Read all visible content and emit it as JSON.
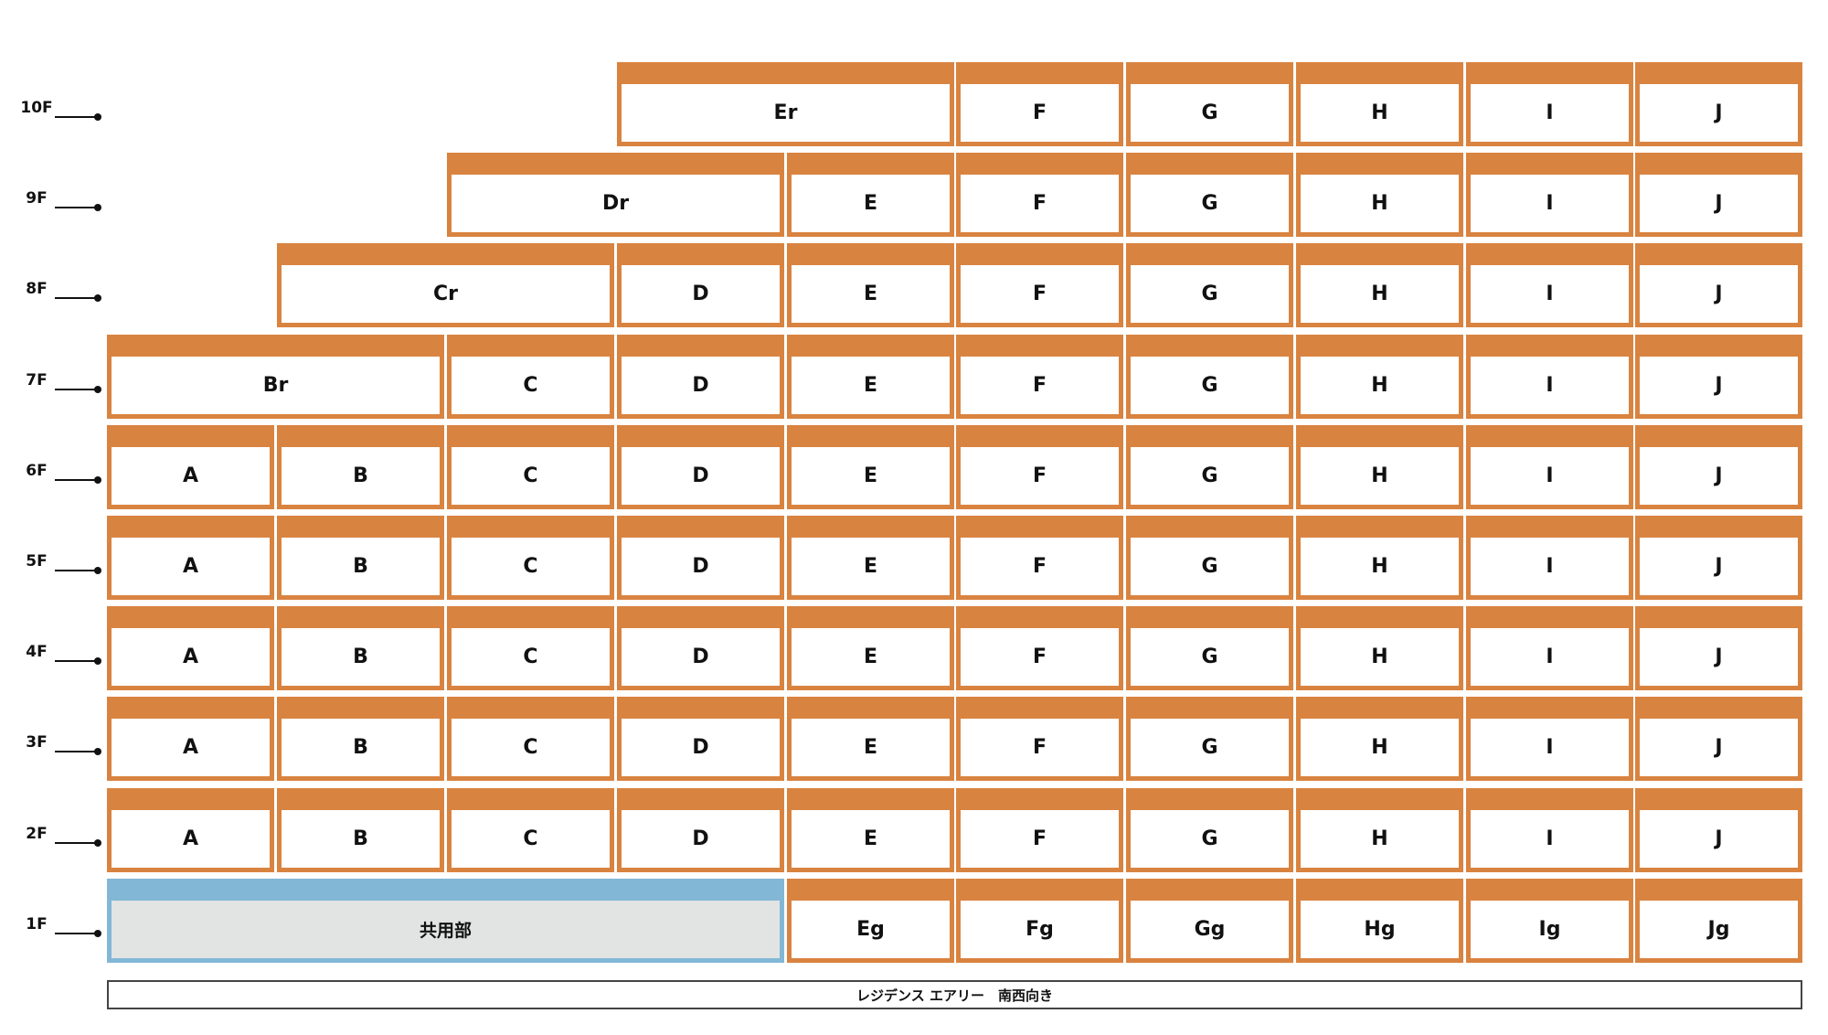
{
  "colors": {
    "unit_border": "#d98340",
    "common_border": "#82b7d6",
    "common_fill": "#e2e4e4",
    "unit_fill": "#ffffff"
  },
  "columns": [
    "A",
    "B",
    "C",
    "D",
    "E",
    "F",
    "G",
    "H",
    "I",
    "J"
  ],
  "floors": [
    {
      "label": "10F",
      "units": [
        {
          "label": "Er",
          "start": "D",
          "end": "E"
        },
        {
          "label": "F",
          "start": "F",
          "end": "F"
        },
        {
          "label": "G",
          "start": "G",
          "end": "G"
        },
        {
          "label": "H",
          "start": "H",
          "end": "H"
        },
        {
          "label": "I",
          "start": "I",
          "end": "I"
        },
        {
          "label": "J",
          "start": "J",
          "end": "J"
        }
      ]
    },
    {
      "label": "9F",
      "units": [
        {
          "label": "Dr",
          "start": "C",
          "end": "D"
        },
        {
          "label": "E",
          "start": "E",
          "end": "E"
        },
        {
          "label": "F",
          "start": "F",
          "end": "F"
        },
        {
          "label": "G",
          "start": "G",
          "end": "G"
        },
        {
          "label": "H",
          "start": "H",
          "end": "H"
        },
        {
          "label": "I",
          "start": "I",
          "end": "I"
        },
        {
          "label": "J",
          "start": "J",
          "end": "J"
        }
      ]
    },
    {
      "label": "8F",
      "units": [
        {
          "label": "Cr",
          "start": "B",
          "end": "C"
        },
        {
          "label": "D",
          "start": "D",
          "end": "D"
        },
        {
          "label": "E",
          "start": "E",
          "end": "E"
        },
        {
          "label": "F",
          "start": "F",
          "end": "F"
        },
        {
          "label": "G",
          "start": "G",
          "end": "G"
        },
        {
          "label": "H",
          "start": "H",
          "end": "H"
        },
        {
          "label": "I",
          "start": "I",
          "end": "I"
        },
        {
          "label": "J",
          "start": "J",
          "end": "J"
        }
      ]
    },
    {
      "label": "7F",
      "units": [
        {
          "label": "Br",
          "start": "A",
          "end": "B"
        },
        {
          "label": "C",
          "start": "C",
          "end": "C"
        },
        {
          "label": "D",
          "start": "D",
          "end": "D"
        },
        {
          "label": "E",
          "start": "E",
          "end": "E"
        },
        {
          "label": "F",
          "start": "F",
          "end": "F"
        },
        {
          "label": "G",
          "start": "G",
          "end": "G"
        },
        {
          "label": "H",
          "start": "H",
          "end": "H"
        },
        {
          "label": "I",
          "start": "I",
          "end": "I"
        },
        {
          "label": "J",
          "start": "J",
          "end": "J"
        }
      ]
    },
    {
      "label": "6F",
      "units": [
        {
          "label": "A",
          "start": "A",
          "end": "A"
        },
        {
          "label": "B",
          "start": "B",
          "end": "B"
        },
        {
          "label": "C",
          "start": "C",
          "end": "C"
        },
        {
          "label": "D",
          "start": "D",
          "end": "D"
        },
        {
          "label": "E",
          "start": "E",
          "end": "E"
        },
        {
          "label": "F",
          "start": "F",
          "end": "F"
        },
        {
          "label": "G",
          "start": "G",
          "end": "G"
        },
        {
          "label": "H",
          "start": "H",
          "end": "H"
        },
        {
          "label": "I",
          "start": "I",
          "end": "I"
        },
        {
          "label": "J",
          "start": "J",
          "end": "J"
        }
      ]
    },
    {
      "label": "5F",
      "units": [
        {
          "label": "A",
          "start": "A",
          "end": "A"
        },
        {
          "label": "B",
          "start": "B",
          "end": "B"
        },
        {
          "label": "C",
          "start": "C",
          "end": "C"
        },
        {
          "label": "D",
          "start": "D",
          "end": "D"
        },
        {
          "label": "E",
          "start": "E",
          "end": "E"
        },
        {
          "label": "F",
          "start": "F",
          "end": "F"
        },
        {
          "label": "G",
          "start": "G",
          "end": "G"
        },
        {
          "label": "H",
          "start": "H",
          "end": "H"
        },
        {
          "label": "I",
          "start": "I",
          "end": "I"
        },
        {
          "label": "J",
          "start": "J",
          "end": "J"
        }
      ]
    },
    {
      "label": "4F",
      "units": [
        {
          "label": "A",
          "start": "A",
          "end": "A"
        },
        {
          "label": "B",
          "start": "B",
          "end": "B"
        },
        {
          "label": "C",
          "start": "C",
          "end": "C"
        },
        {
          "label": "D",
          "start": "D",
          "end": "D"
        },
        {
          "label": "E",
          "start": "E",
          "end": "E"
        },
        {
          "label": "F",
          "start": "F",
          "end": "F"
        },
        {
          "label": "G",
          "start": "G",
          "end": "G"
        },
        {
          "label": "H",
          "start": "H",
          "end": "H"
        },
        {
          "label": "I",
          "start": "I",
          "end": "I"
        },
        {
          "label": "J",
          "start": "J",
          "end": "J"
        }
      ]
    },
    {
      "label": "3F",
      "units": [
        {
          "label": "A",
          "start": "A",
          "end": "A"
        },
        {
          "label": "B",
          "start": "B",
          "end": "B"
        },
        {
          "label": "C",
          "start": "C",
          "end": "C"
        },
        {
          "label": "D",
          "start": "D",
          "end": "D"
        },
        {
          "label": "E",
          "start": "E",
          "end": "E"
        },
        {
          "label": "F",
          "start": "F",
          "end": "F"
        },
        {
          "label": "G",
          "start": "G",
          "end": "G"
        },
        {
          "label": "H",
          "start": "H",
          "end": "H"
        },
        {
          "label": "I",
          "start": "I",
          "end": "I"
        },
        {
          "label": "J",
          "start": "J",
          "end": "J"
        }
      ]
    },
    {
      "label": "2F",
      "units": [
        {
          "label": "A",
          "start": "A",
          "end": "A"
        },
        {
          "label": "B",
          "start": "B",
          "end": "B"
        },
        {
          "label": "C",
          "start": "C",
          "end": "C"
        },
        {
          "label": "D",
          "start": "D",
          "end": "D"
        },
        {
          "label": "E",
          "start": "E",
          "end": "E"
        },
        {
          "label": "F",
          "start": "F",
          "end": "F"
        },
        {
          "label": "G",
          "start": "G",
          "end": "G"
        },
        {
          "label": "H",
          "start": "H",
          "end": "H"
        },
        {
          "label": "I",
          "start": "I",
          "end": "I"
        },
        {
          "label": "J",
          "start": "J",
          "end": "J"
        }
      ]
    },
    {
      "label": "1F",
      "units": [
        {
          "label": "共用部",
          "start": "A",
          "end": "D",
          "common": true
        },
        {
          "label": "Eg",
          "start": "E",
          "end": "E"
        },
        {
          "label": "Fg",
          "start": "F",
          "end": "F"
        },
        {
          "label": "Gg",
          "start": "G",
          "end": "G"
        },
        {
          "label": "Hg",
          "start": "H",
          "end": "H"
        },
        {
          "label": "Ig",
          "start": "I",
          "end": "I"
        },
        {
          "label": "Jg",
          "start": "J",
          "end": "J"
        }
      ]
    }
  ],
  "caption": "レジデンス エアリー　南西向き"
}
